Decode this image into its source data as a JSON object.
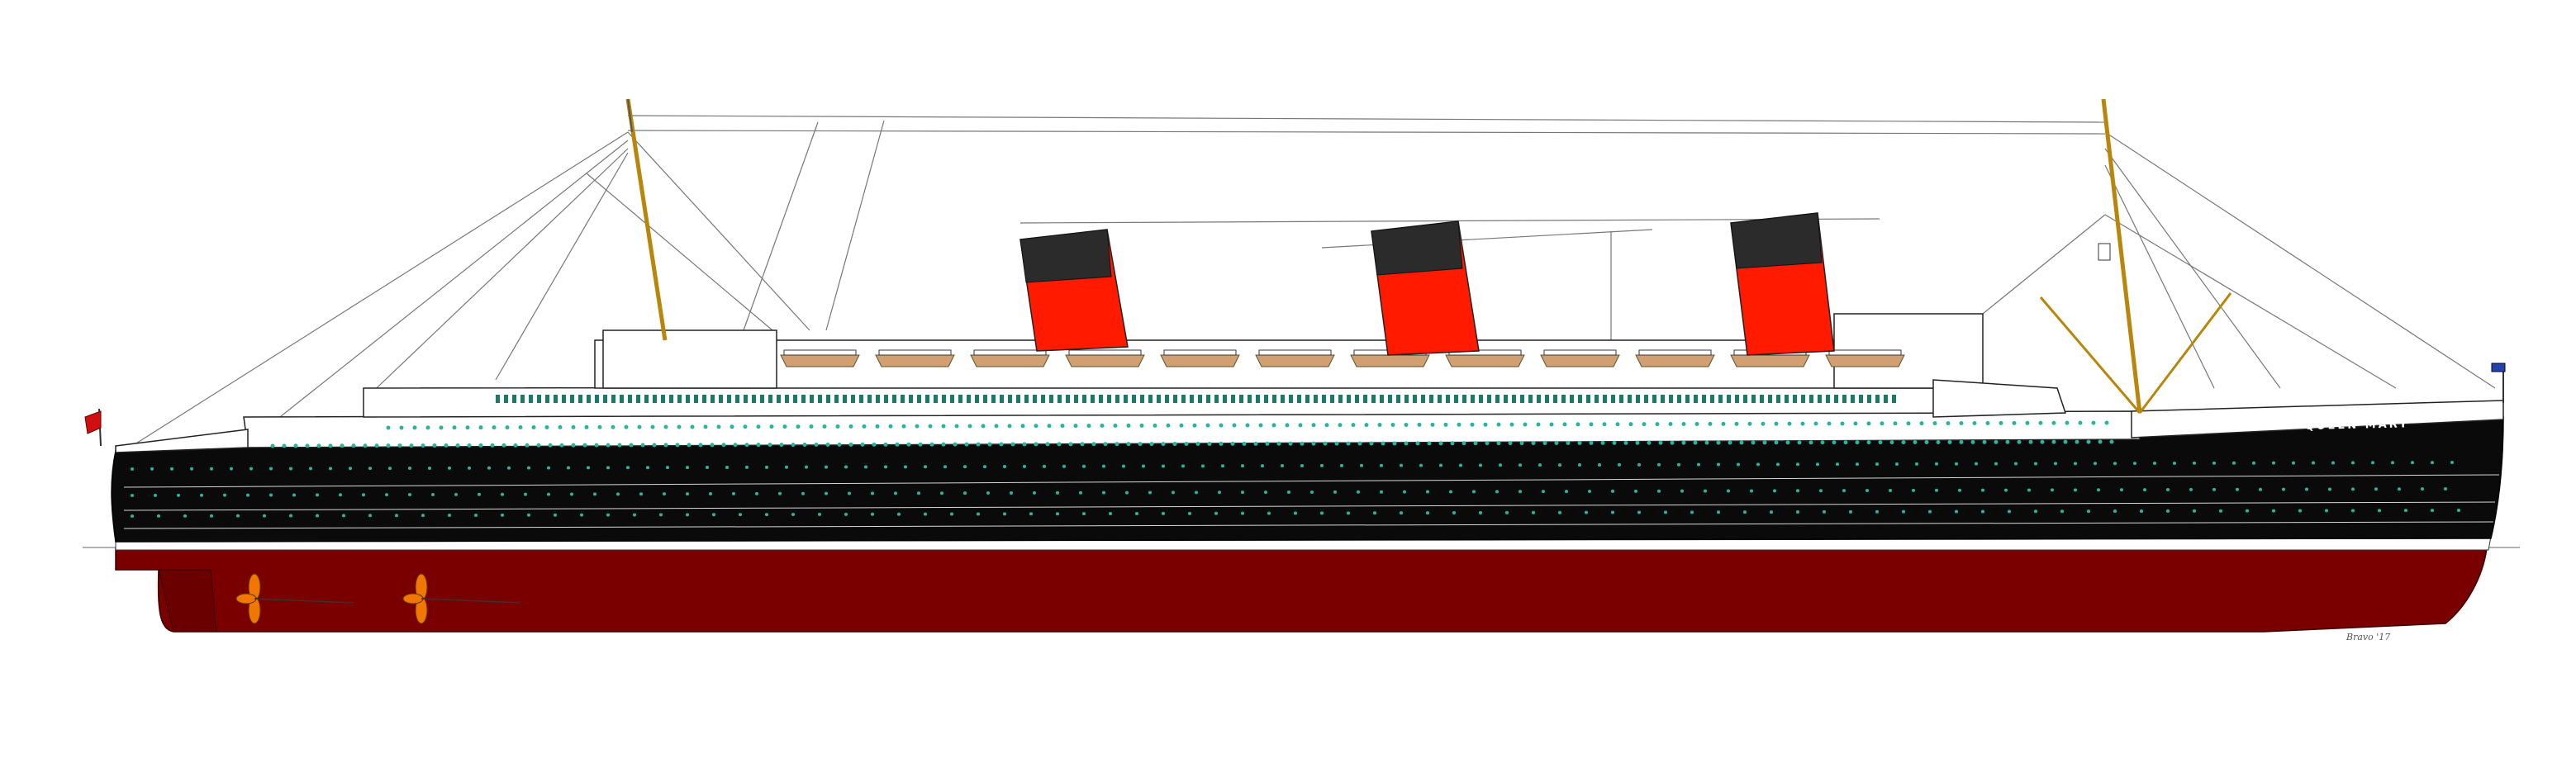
{
  "ship": {
    "name": "QUEEN MARY",
    "signature": "Bravo '17"
  },
  "colors": {
    "hull_upper": "#0a0a0a",
    "hull_lower": "#7a0000",
    "superstructure": "#ffffff",
    "funnel_red": "#ff1a00",
    "funnel_top": "#2b2b2b",
    "mast": "#b8860b",
    "propeller": "#f07800",
    "portholes": "#2bb3a0",
    "boot_stripe": "#ffffff"
  },
  "features": {
    "funnel_count": 3,
    "mast_count": 2,
    "lifeboats_per_side": 12,
    "propellers_visible": 2,
    "flags": [
      "stern-ensign",
      "bow-flag"
    ]
  }
}
